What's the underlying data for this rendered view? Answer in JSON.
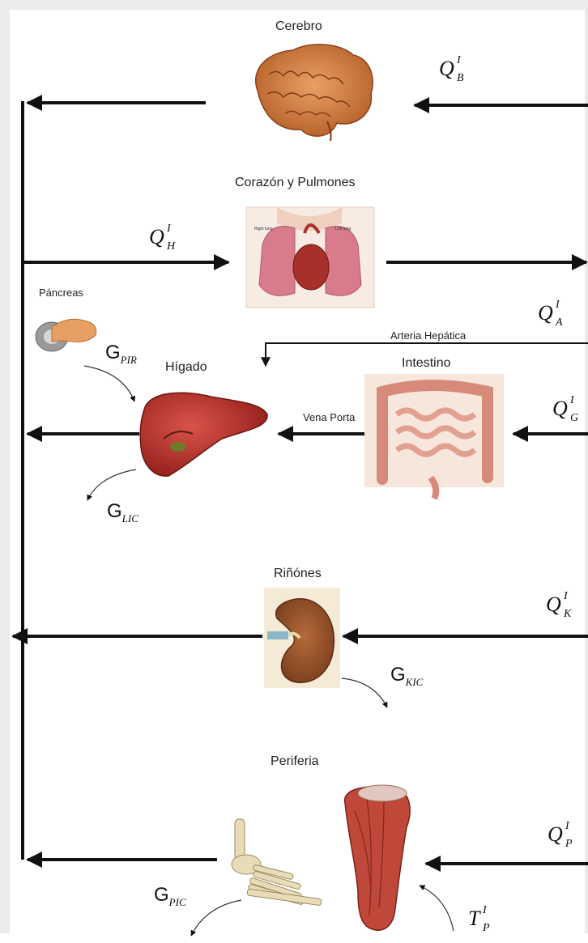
{
  "organs": {
    "brain": "Cerebro",
    "heart_lungs": "Corazón y Pulmones",
    "pancreas": "Páncreas",
    "liver": "Hígado",
    "intestine": "Intestino",
    "kidneys": "Riñónes",
    "periphery": "Periferia"
  },
  "vessels": {
    "hepatic_artery": "Arteria Hepática",
    "portal_vein": "Vena Porta"
  },
  "flows": {
    "brain": {
      "base": "Q",
      "sup": "I",
      "sub": "B"
    },
    "heart": {
      "base": "Q",
      "sup": "I",
      "sub": "H"
    },
    "hepatic": {
      "base": "Q",
      "sup": "I",
      "sub": "A"
    },
    "gut": {
      "base": "Q",
      "sup": "I",
      "sub": "G"
    },
    "kidney": {
      "base": "Q",
      "sup": "I",
      "sub": "K"
    },
    "periphery": {
      "base": "Q",
      "sup": "I",
      "sub": "P"
    },
    "tp": {
      "base": "T",
      "sup": "I",
      "sub": "P"
    }
  },
  "glucose_terms": {
    "pir": {
      "base": "G",
      "sub": "PIR"
    },
    "lic": {
      "base": "G",
      "sub": "LIC"
    },
    "kic": {
      "base": "G",
      "sub": "KIC"
    },
    "pic": {
      "base": "G",
      "sub": "PIC"
    }
  },
  "colors": {
    "line": "#111111",
    "organ_red": "#b8352a",
    "brain": "#d07a3a",
    "bone": "#e8dcb8"
  }
}
